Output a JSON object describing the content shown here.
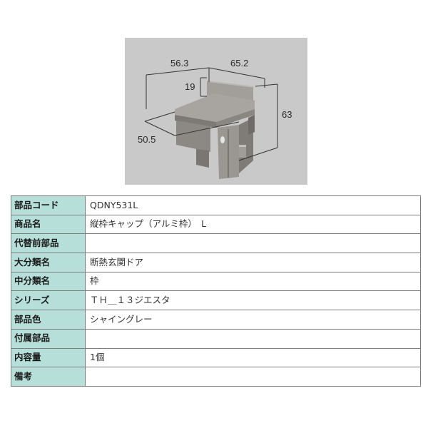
{
  "product_image": {
    "background": "#c9c9c9",
    "part_color": "#8f8b86",
    "dimensions": {
      "depth_top": "56.3",
      "width_top": "65.2",
      "flange_height": "19",
      "total_height": "63",
      "depth_left": "50.5"
    }
  },
  "spec_table": {
    "label_bg": "#b7dfd9",
    "rows": [
      {
        "label": "部品コード",
        "value": "QDNY531L"
      },
      {
        "label": "商品名",
        "value": "縦枠キャップ（アルミ枠）　L"
      },
      {
        "label": "代替前部品",
        "value": ""
      },
      {
        "label": "大分類名",
        "value": "断熱玄関ドア"
      },
      {
        "label": "中分類名",
        "value": "枠"
      },
      {
        "label": "シリーズ",
        "value": "ＴＨ＿１３ジエスタ"
      },
      {
        "label": "部品色",
        "value": "シャイングレー"
      },
      {
        "label": "付属部品",
        "value": ""
      },
      {
        "label": "内容量",
        "value": "1個"
      },
      {
        "label": "備考",
        "value": ""
      }
    ]
  }
}
